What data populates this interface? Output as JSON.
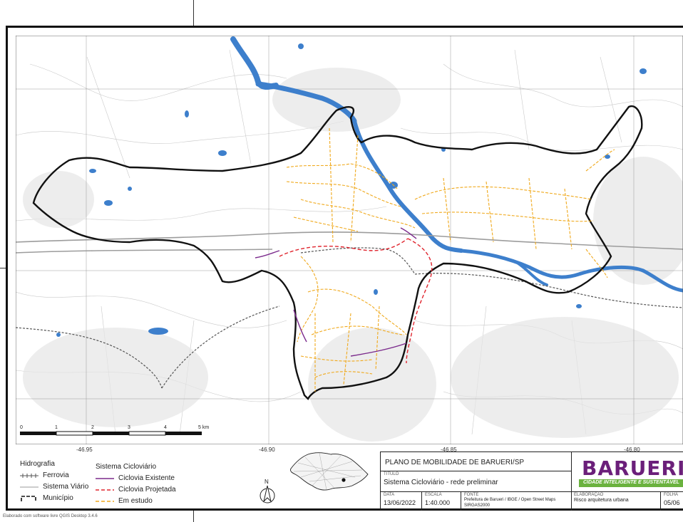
{
  "map": {
    "grid_labels_x": [
      "-46.95",
      "-46.90",
      "-46.85",
      "-46.80"
    ],
    "scale_bar": {
      "labels": [
        "0",
        "1",
        "2",
        "3",
        "4",
        "5 km"
      ]
    }
  },
  "legend": {
    "hidrografia_title": "Hidrografia",
    "hidro_items": [
      "Ferrovia",
      "Sistema Viário",
      "Município"
    ],
    "ciclo_title": "Sistema Cicloviário",
    "ciclo_items": [
      "Ciclovia Existente",
      "Ciclovia Projetada",
      "Em estudo"
    ],
    "north_label": "N",
    "colors": {
      "existente": "#7b2a8c",
      "projetada": "#e0252e",
      "estudo": "#f0a91c",
      "water": "#3d7fcc",
      "municipio": "#111111"
    }
  },
  "title_block": {
    "plan_title": "PLANO DE MOBILIDADE DE BARUERI/SP",
    "titulo_label": "TÍTULO",
    "titulo_value": "Sistema Cicloviário - rede preliminar",
    "data_label": "DATA",
    "data_value": "13/06/2022",
    "escala_label": "ESCALA",
    "escala_value": "1:40.000",
    "fonte_label": "FONTE",
    "fonte_value_1": "Prefeitura de Barueri / IBGE / Open Street Maps",
    "fonte_value_2": "SIRGAS2000",
    "elaboracao_label": "ELABORAÇÃO",
    "elaboracao_value": "Risco arquitetura urbana",
    "folha_label": "FOLHA",
    "folha_value": "05/06",
    "logo_word": "BARUERI",
    "logo_sub": "CIDADE INTELIGENTE E SUSTENTÁVEL"
  },
  "footer": "Elaborado com software livre QGIS Desktop 3.4.6"
}
